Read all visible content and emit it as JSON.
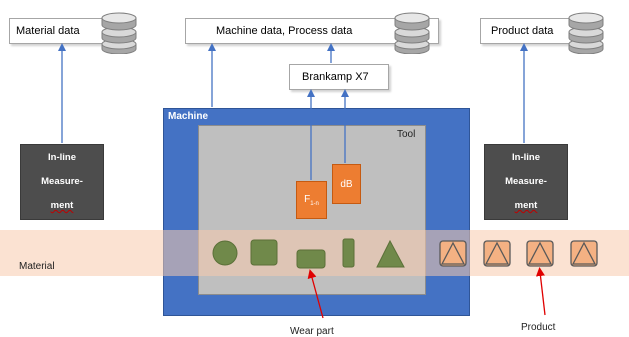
{
  "boxes": {
    "material_data": "Material data",
    "machine_process_data": "Machine data, Process data",
    "product_data": "Product data",
    "brankamp": "Brankamp X7"
  },
  "measurement": {
    "line1": "In-line",
    "line2": "Measure-",
    "line3": "ment"
  },
  "machine": {
    "label": "Machine"
  },
  "tool": {
    "label": "Tool"
  },
  "material": {
    "label": "Material"
  },
  "sensors": {
    "force_main": "F",
    "force_sub": "1-n",
    "sound": "dB"
  },
  "captions": {
    "wear_part": "Wear part",
    "product": "Product"
  },
  "colors": {
    "machine_blue": "#4472c4",
    "tool_gray": "#bfbfbf",
    "sensor_orange": "#ed7d31",
    "material_band": "#f8cbad",
    "part_green": "#70894a",
    "arrow_blue": "#4472c4",
    "arrow_red": "#e00000"
  },
  "icons": [
    "database-icon",
    "wear-part-shape-icon",
    "product-icon"
  ]
}
